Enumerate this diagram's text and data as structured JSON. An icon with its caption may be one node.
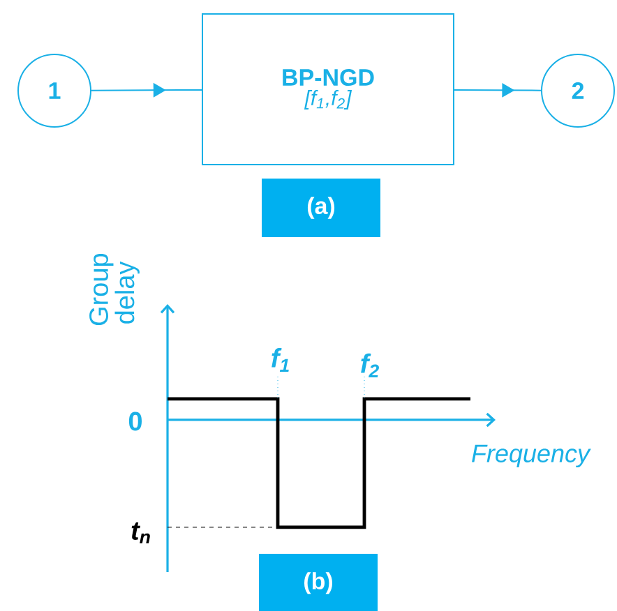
{
  "diagram": {
    "nodes": [
      {
        "text": [
          "1"
        ]
      },
      {
        "text": [
          "BP-NGD",
          "[f$_{1}$,f$_{2}$]"
        ]
      },
      {
        "text": [
          "2"
        ]
      },
      {
        "text": [
          "(a)"
        ]
      },
      {
        "text": [
          "(b)"
        ]
      }
    ],
    "edges": [
      {
        "from": 0,
        "to": 1,
        "arrow": "to"
      },
      {
        "from": 1,
        "to": 2,
        "arrow": "to"
      }
    ],
    "labels": [
      "Group delay",
      "f$_{1}$",
      "f$_{2}$",
      "0",
      "Frequency",
      "t$_{n}$"
    ]
  }
}
